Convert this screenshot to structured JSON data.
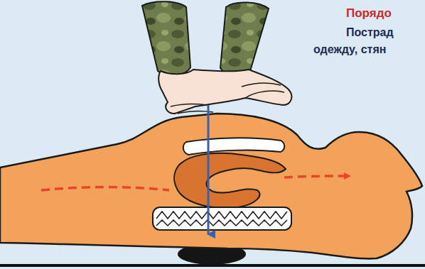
{
  "diagram": {
    "title": "Порядо",
    "labels": [
      "Пострад",
      "одежду, стян"
    ]
  }
}
